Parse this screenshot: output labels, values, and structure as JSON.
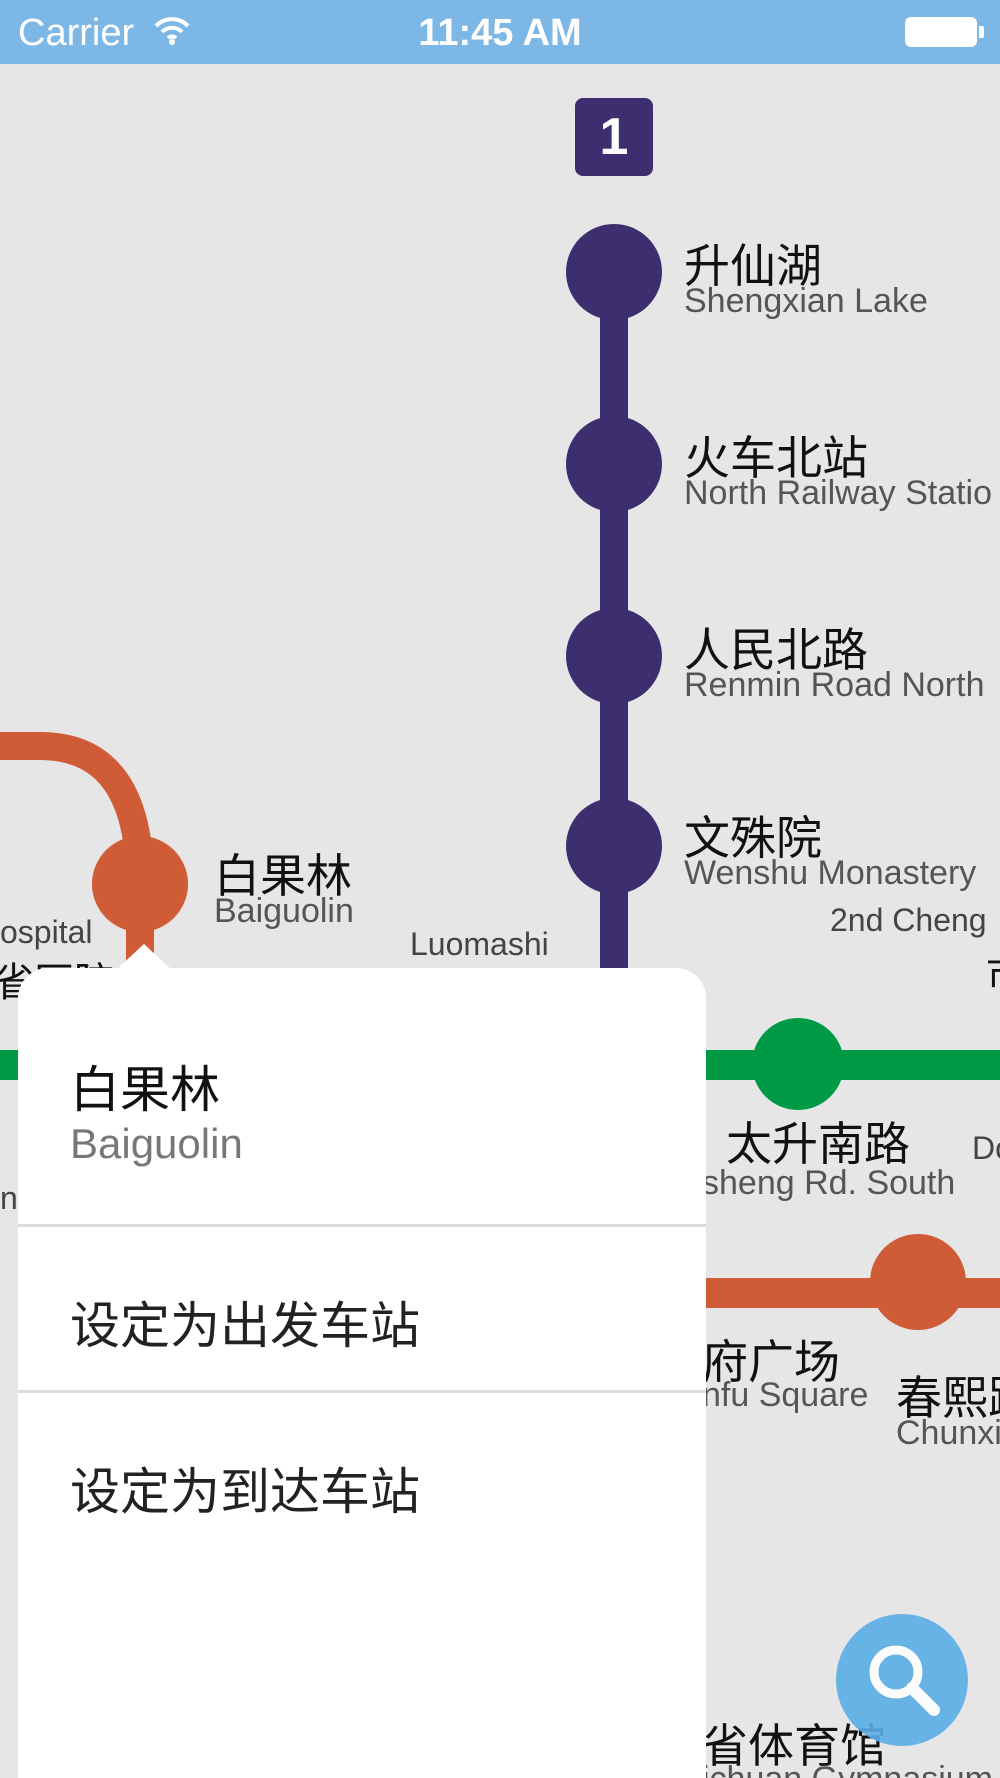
{
  "status_bar": {
    "carrier": "Carrier",
    "time": "11:45 AM"
  },
  "colors": {
    "line1": "#3d2f6f",
    "line2": "#cf5c36",
    "line4": "#009a44",
    "statusbar": "#7db7e6",
    "accent": "#5aaee6"
  },
  "map": {
    "line_badge": "1",
    "stations": [
      {
        "zh": "升仙湖",
        "en": "Shengxian Lake"
      },
      {
        "zh": "火车北站",
        "en": "North Railway Statio"
      },
      {
        "zh": "人民北路",
        "en": "Renmin Road North"
      },
      {
        "zh": "文殊院",
        "en": "Wenshu Monastery"
      },
      {
        "zh": "白果林",
        "en": "Baiguolin"
      },
      {
        "zh": "太升南路",
        "en": "sheng Rd. South"
      },
      {
        "zh": "府广场",
        "en": "nfu Square"
      },
      {
        "zh": "春熙路",
        "en": "Chunxi"
      },
      {
        "zh": "省体育馆",
        "en": "ichuan Gymnasium"
      }
    ],
    "labels": {
      "hospital_en": "ospital",
      "hospital_zh": "省医院",
      "luomashi": "Luomashi",
      "second_cheng": "2nd Cheng",
      "do": "Do",
      "n_left": "n",
      "zh_right_frag": "市"
    }
  },
  "popover": {
    "station_zh": "白果林",
    "station_en": "Baiguolin",
    "actions": [
      "设定为出发车站",
      "设定为到达车站"
    ]
  },
  "search": {
    "icon": "search-icon"
  }
}
